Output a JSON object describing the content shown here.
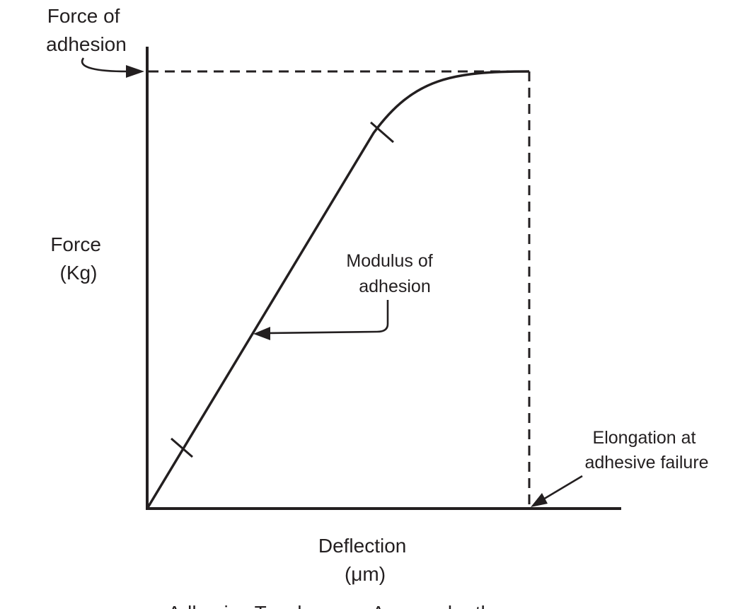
{
  "labels": {
    "force_of_adhesion": [
      "Force of",
      "adhesion"
    ],
    "y_axis": [
      "Force",
      "(Kg)"
    ],
    "modulus": [
      "Modulus of",
      "adhesion"
    ],
    "elongation": [
      "Elongation at",
      "adhesive failure"
    ],
    "x_axis": [
      "Deflection",
      "(μm)"
    ],
    "caption": "Adhesive Toughness = Area under the curve"
  },
  "colors": {
    "ink": "#231f20",
    "background": "#ffffff"
  }
}
